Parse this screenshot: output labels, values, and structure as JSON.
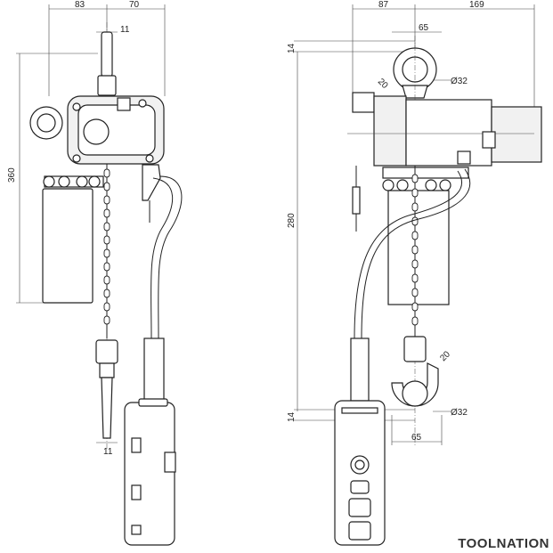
{
  "dimensions": {
    "left_view": {
      "top_width_a": "83",
      "top_width_b": "70",
      "chain_top": "11",
      "chain_bottom": "11",
      "height": "360"
    },
    "right_view": {
      "top_width_a": "87",
      "top_width_b": "169",
      "hook_width_top": "65",
      "hook_width_bottom": "65",
      "hook_offset_top": "14",
      "hook_offset_bottom": "14",
      "total_height": "280",
      "hook_angle_top": "20",
      "hook_angle_bottom": "20",
      "hook_dia_top": "Ø32",
      "hook_dia_bottom": "Ø32"
    }
  },
  "brand": {
    "text": "TOOLNATION",
    "color": "#333333"
  }
}
